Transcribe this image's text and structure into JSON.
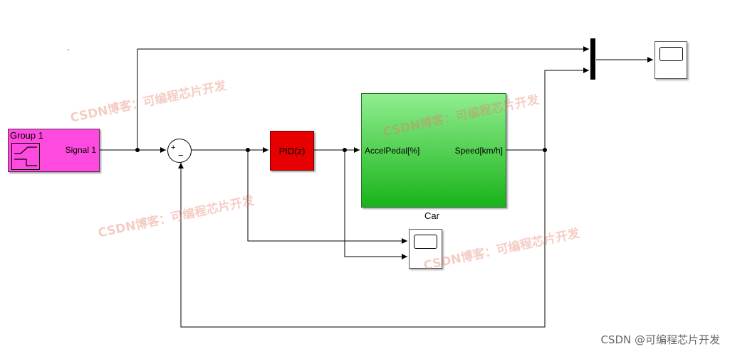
{
  "blocks": {
    "signal_builder": {
      "group": "Group 1",
      "output": "Signal 1",
      "color": "#ff4adf"
    },
    "sum": {
      "plus": "+",
      "minus": "−"
    },
    "pid": {
      "label": "PID(z)",
      "color": "#e60000"
    },
    "car": {
      "name": "Car",
      "input_port": "AccelPedal[%]",
      "output_port": "Speed[km/h]",
      "color": "#19b319"
    }
  },
  "watermark": "CSDN博客：可编程芯片开发",
  "credit": "CSDN @可编程芯片开发"
}
